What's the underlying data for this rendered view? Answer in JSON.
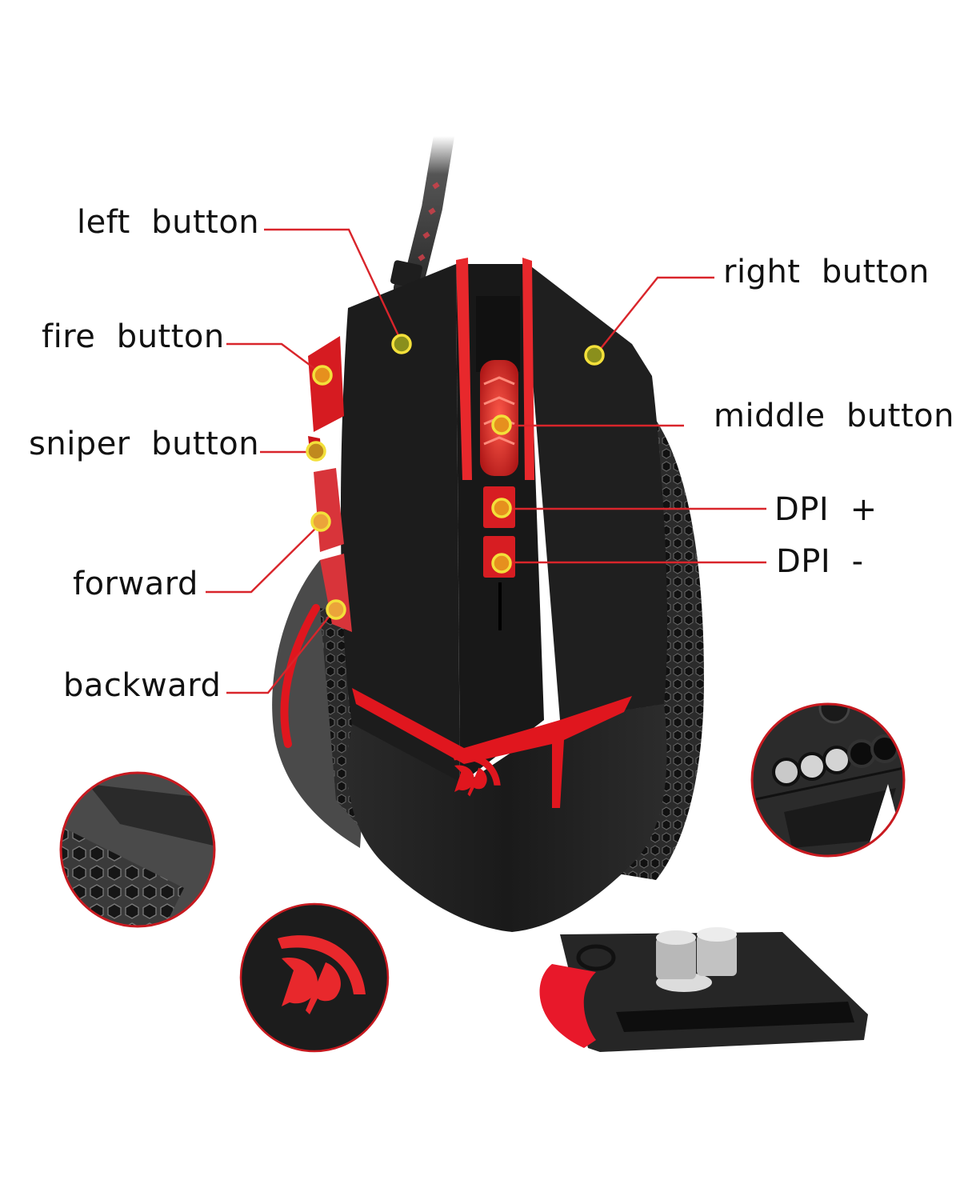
{
  "diagram": {
    "subject": "gaming mouse",
    "accent_color": "#e0161e",
    "leader_line_color": "#d9252b",
    "marker_fill_color": "#e6901e",
    "marker_ring_color": "#f3e03a",
    "labels": [
      {
        "id": "left",
        "text": "left  button"
      },
      {
        "id": "right",
        "text": "right  button"
      },
      {
        "id": "fire",
        "text": "fire  button"
      },
      {
        "id": "middle",
        "text": "middle  button"
      },
      {
        "id": "sniper",
        "text": "sniper  button"
      },
      {
        "id": "dpi_plus",
        "text": "DPI  +"
      },
      {
        "id": "dpi_minus",
        "text": "DPI  -"
      },
      {
        "id": "forward",
        "text": "forward"
      },
      {
        "id": "backward",
        "text": "backward"
      }
    ],
    "insets": [
      {
        "id": "grip-texture",
        "description": "honeycomb side grip close-up"
      },
      {
        "id": "weight-slots",
        "description": "weight compartment close-up"
      },
      {
        "id": "logo",
        "description": "brand logo close-up"
      }
    ],
    "accessory": {
      "description": "weight tray with two weights"
    }
  }
}
